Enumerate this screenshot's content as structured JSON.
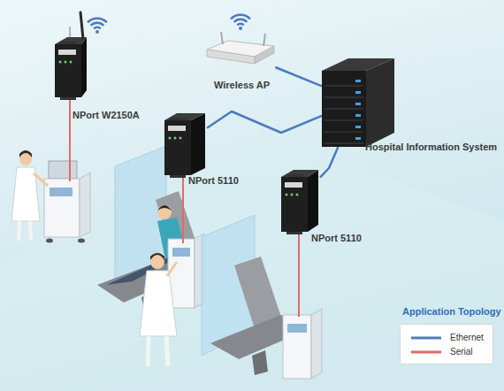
{
  "diagram": {
    "nodes": [
      {
        "text": [
          "NPort W2150A"
        ]
      },
      {
        "text": [
          "Wireless AP"
        ]
      },
      {
        "text": [
          "NPort 5110"
        ]
      },
      {
        "text": [
          "Hospital Information System"
        ]
      },
      {
        "text": [
          "NPort 5110"
        ]
      }
    ],
    "edges": [
      {
        "from": 1,
        "to": 3,
        "arrow": "none"
      },
      {
        "from": 2,
        "to": 3,
        "arrow": "none"
      },
      {
        "from": 4,
        "to": 3,
        "arrow": "none"
      }
    ],
    "labels": [
      "Application Topology"
    ],
    "legend": [
      {
        "text": "Ethernet"
      },
      {
        "text": "Serial"
      }
    ]
  }
}
